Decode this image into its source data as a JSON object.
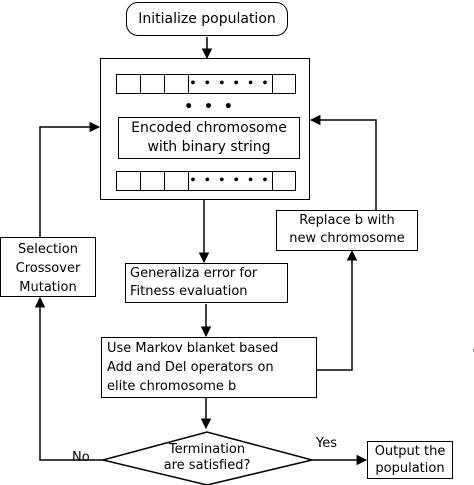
{
  "diagram": {
    "nodes": {
      "init": {
        "text": "Initialize population"
      },
      "encoded": {
        "line1": "Encoded chromosome",
        "line2": "with binary string"
      },
      "vdots": {
        "text": "• • •"
      },
      "row_dots": {
        "text": "• • • • • •"
      },
      "selection": {
        "line1": "Selection",
        "line2": "Crossover",
        "line3": "Mutation"
      },
      "replace": {
        "line1": "Replace b with",
        "line2": "new chromosome"
      },
      "fitness": {
        "line1": "Generaliza error for",
        "line2": "Fitness evaluation"
      },
      "markov": {
        "line1": "Use Markov blanket based",
        "line2": "Add  and Del operators on",
        "line3": "elite chromosome  b"
      },
      "termination": {
        "line1": "Termination",
        "line2": "are satisfied?"
      },
      "output": {
        "line1": "Output the",
        "line2": "population"
      }
    },
    "labels": {
      "yes": "Yes",
      "no": "No"
    },
    "colors": {
      "line": "#000000",
      "fill": "#ffffff"
    }
  }
}
